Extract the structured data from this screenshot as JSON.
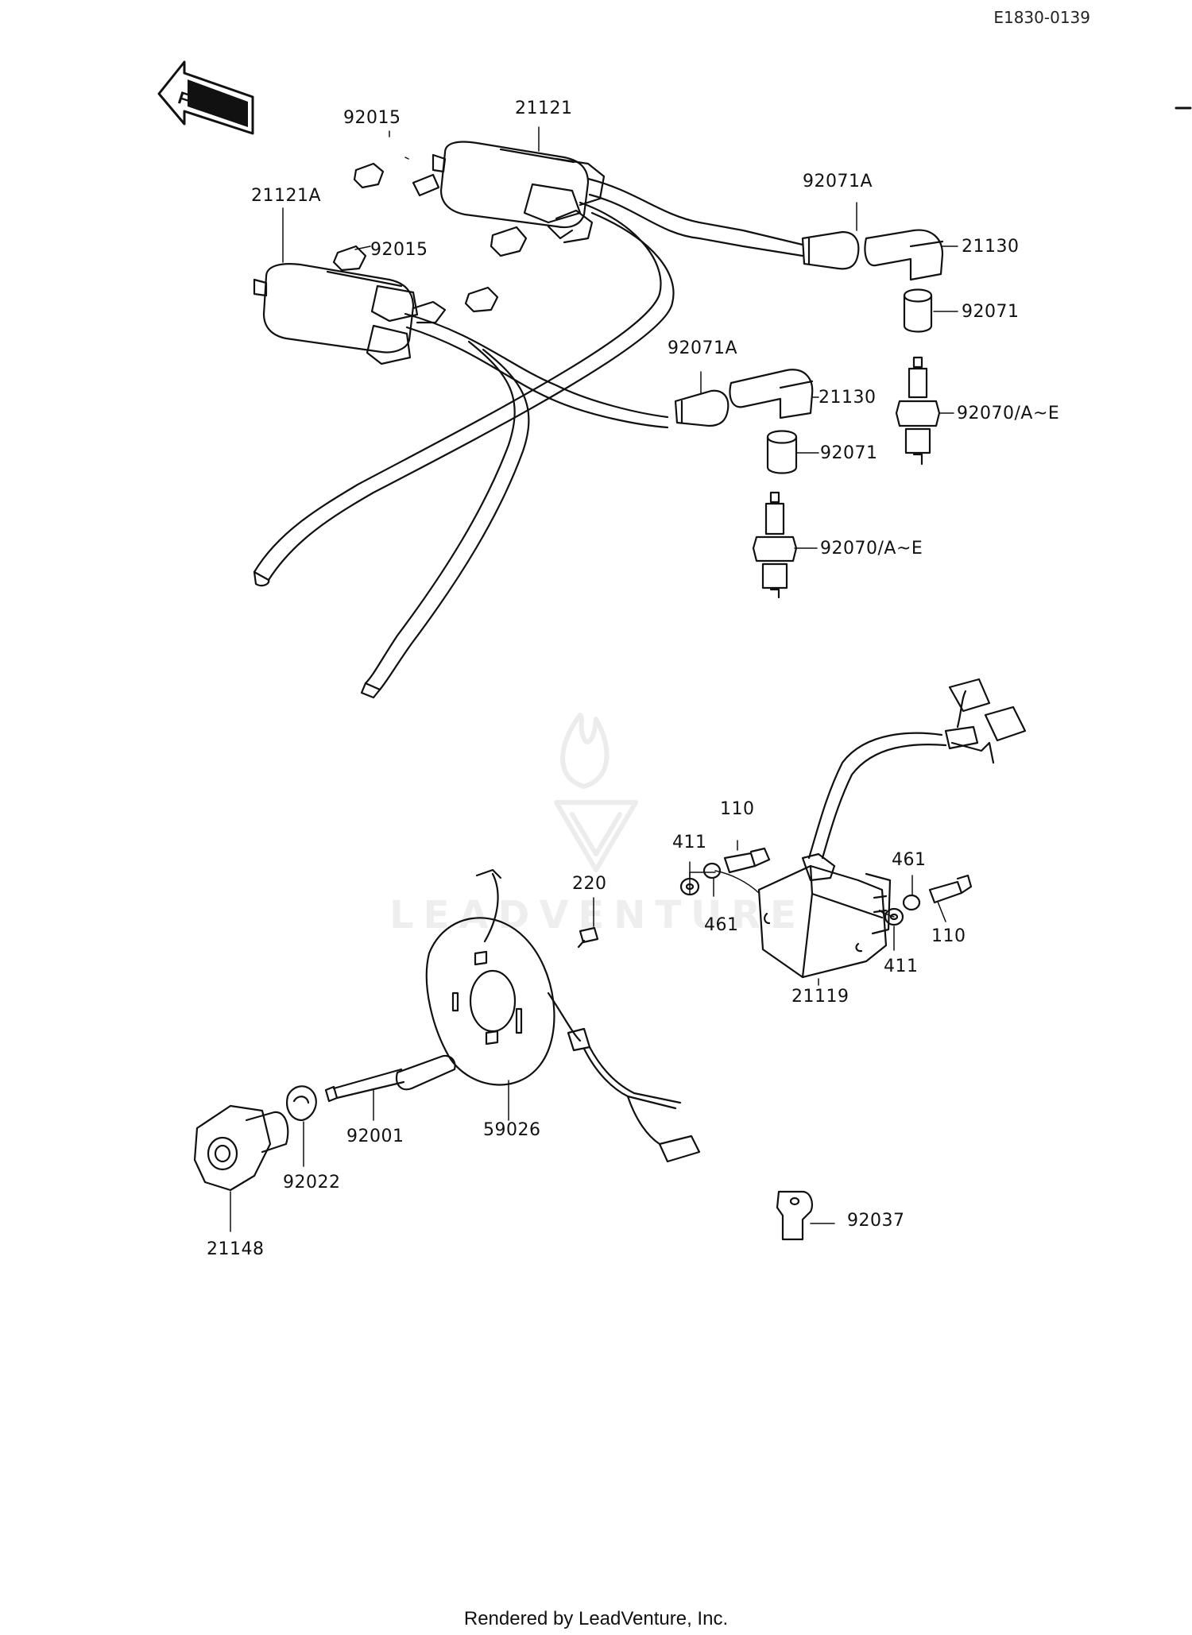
{
  "header": {
    "drawing_code": "E1830-0139"
  },
  "front_arrow": {
    "label": "FRONT"
  },
  "callouts": {
    "c92015_top": "92015",
    "c21121": "21121",
    "c21121a": "21121A",
    "c92015_mid": "92015",
    "c92071a_top": "92071A",
    "c21130_top": "21130",
    "c92071_top": "92071",
    "c92071a_mid": "92071A",
    "c21130_mid": "21130",
    "c92070_right": "92070/A~E",
    "c92071_mid": "92071",
    "c92070_mid": "92070/A~E",
    "c110_left": "110",
    "c411_left": "411",
    "c461_left": "461",
    "c461_right": "461",
    "c110_right": "110",
    "c411_right": "411",
    "c21119": "21119",
    "c220": "220",
    "c92001": "92001",
    "c59026": "59026",
    "c92022": "92022",
    "c21148": "21148",
    "c92037": "92037"
  },
  "watermark": {
    "text": "LEADVENTURE"
  },
  "footer": {
    "text": "Rendered by LeadVenture, Inc."
  }
}
